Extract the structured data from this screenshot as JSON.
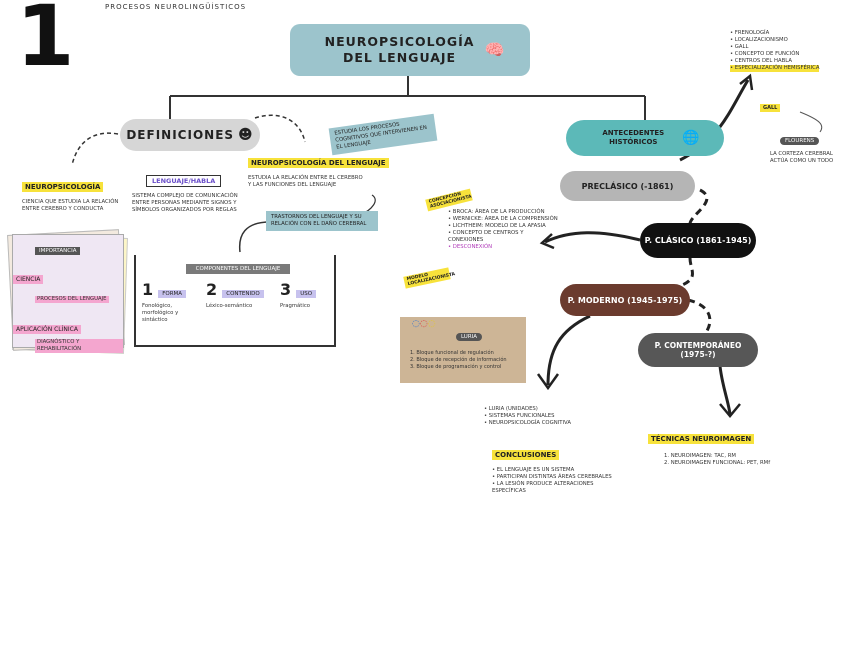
{
  "header": {
    "big_number": "1",
    "subtitle": "PROCESOS NEUROLINGÜÍSTICOS"
  },
  "title": "NEUROPSICOLOGÍA DEL LENGUAJE",
  "left": {
    "definiciones": "DEFINICIONES",
    "neuropsicologia_label": "NEUROPSICOLOGÍA",
    "neuropsicologia_text": "CIENCIA QUE ESTUDIA LA RELACIÓN ENTRE CEREBRO Y CONDUCTA",
    "lenguaje_label": "LENGUAJE/HABLA",
    "lenguaje_text": "SISTEMA COMPLEJO DE COMUNICACIÓN ENTRE PERSONAS MEDIANTE SIGNOS Y SÍMBOLOS ORGANIZADOS POR REGLAS",
    "neuro_lenguaje_label": "NEUROPSICOLOGÍA DEL LENGUAJE",
    "neuro_lenguaje_text": "ESTUDIA LA RELACIÓN ENTRE EL CEREBRO Y LAS FUNCIONES DEL LENGUAJE",
    "teal_note_top": "ESTUDIA LOS PROCESOS COGNITIVOS QUE INTERVIENEN EN EL LENGUAJE",
    "teal_note_mid": "TRASTORNOS DEL LENGUAJE Y SU RELACIÓN CON EL DAÑO CEREBRAL",
    "card_title": "IMPORTANCIA",
    "card_tag1": "CIENCIA",
    "card_text1": "PROCESOS DEL LENGUAJE",
    "card_tag2": "APLICACIÓN CLÍNICA",
    "card_text2": "DIAGNÓSTICO Y REHABILITACIÓN",
    "proc_title": "COMPONENTES DEL LENGUAJE",
    "proc_items": [
      {
        "num": "1",
        "label": "FORMA",
        "desc": "Fonológico, morfológico y sintáctico"
      },
      {
        "num": "2",
        "label": "CONTENIDO",
        "desc": "Léxico-semántico"
      },
      {
        "num": "3",
        "label": "USO",
        "desc": "Pragmático"
      }
    ]
  },
  "right": {
    "antecedentes": "ANTECEDENTES HISTÓRICOS",
    "pre": "PRECLÁSICO (-1861)",
    "clasico": "P. CLÁSICO (1861-1945)",
    "moderno": "P. MODERNO (1945-1975)",
    "contemporaneo": "P. CONTEMPORÁNEO (1975-?)",
    "top_list": [
      "• FRENOLOGÍA",
      "• LOCALIZACIONISMO",
      "• GALL",
      "• CONCEPTO DE FUNCIÓN",
      "• CENTROS DEL HABLA",
      "• ESPECIALIZACIÓN HEMISFÉRICA"
    ],
    "top_tag": "GALL",
    "dark_tag_top": "FLOURENS",
    "top_right_text": "LA CORTEZA CEREBRAL ACTÚA COMO UN TODO",
    "clasico_list": [
      "• BROCA: ÁREA DE LA PRODUCCIÓN",
      "• WERNICKE: ÁREA DE LA COMPRENSIÓN",
      "• LICHTHEIM: MODELO DE LA AFASIA",
      "• CONCEPTO DE CENTROS Y CONEXIONES",
      "• DESCONEXIÓN"
    ],
    "clasico_tag": "CONCEPCIÓN ASOCIACIONISTA",
    "clasico_tag2": "MODELO LOCALIZACIONISTA",
    "tan_tag": "LURIA",
    "tan_list": [
      "1. Bloque funcional de regulación",
      "2. Bloque de recepción de información",
      "3. Bloque de programación y control"
    ],
    "moderno_list": [
      "• LURIA (UNIDADES)",
      "• SISTEMAS FUNCIONALES",
      "• NEUROPSICOLOGÍA COGNITIVA"
    ],
    "conclusiones": "CONCLUSIONES",
    "conclusiones_list": [
      "• EL LENGUAJE ES UN SISTEMA",
      "• PARTICIPAN DISTINTAS ÁREAS CEREBRALES",
      "• LA LESIÓN PRODUCE ALTERACIONES ESPECÍFICAS"
    ],
    "tecnicas": "TÉCNICAS NEUROIMAGEN",
    "tecnicas_list": [
      "1. NEUROIMAGEN: TAC, RM",
      "2. NEUROIMAGEN FUNCIONAL: PET, RMf"
    ]
  },
  "colors": {
    "title_bg": "#9cc4cc",
    "teal": "#5cb9b8",
    "yellow": "#f7e23b",
    "pink": "#f4a6cf",
    "brown": "#6b3b2e",
    "tan": "#cdb596"
  }
}
